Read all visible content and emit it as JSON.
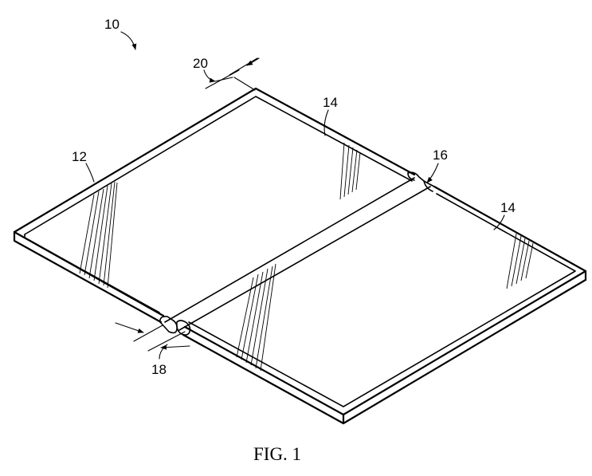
{
  "figure": {
    "caption": "FIG. 1",
    "reference_numerals": {
      "assembly": "10",
      "frame": "12",
      "panel_upper": "14",
      "panel_right": "14",
      "hinge": "16",
      "gap_bottom": "18",
      "gap_top": "20"
    }
  }
}
